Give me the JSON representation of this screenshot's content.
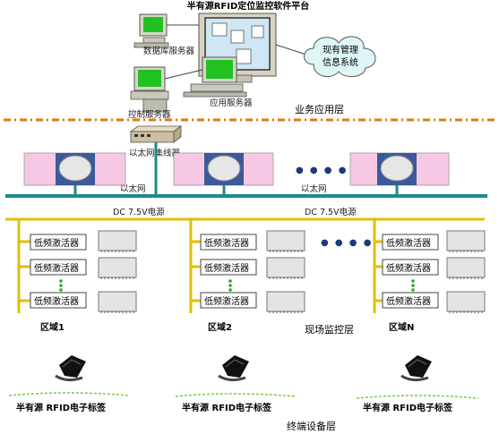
{
  "top": {
    "platform_title": "半有源RFID定位监控软件平台",
    "db_server": "数据库服务器",
    "app_server": "应用服务器",
    "ctrl_server": "控制服务器",
    "existing_system_line1": "现有管理",
    "existing_system_line2": "信息系统",
    "switch": "以太网集线器",
    "layer_business": "业务应用层"
  },
  "network": {
    "ethernet_left": "以太网",
    "ethernet_right": "以太网",
    "dc_left": "DC 7.5V电源",
    "dc_right": "DC 7.5V电源",
    "ellipsis_readers": "● ● ● ●",
    "ellipsis_zones": "● ● ● ●"
  },
  "zones": {
    "activator_label": "低频激活器",
    "zone1": "区域1",
    "zone2": "区域2",
    "zoneN": "区域N",
    "layer_field": "现场监控层"
  },
  "terminal": {
    "tag_label": "半有源  RFID电子标签",
    "layer_terminal": "终端设备层"
  },
  "colors": {
    "ethernet": "#1f8a8a",
    "power": "#e0c000",
    "dash_orange": "#e07a10",
    "reader_pink": "#f7c8e4",
    "reader_blue": "#3c5a9a",
    "screen_green": "#20c020",
    "tag_green": "#7ac943"
  }
}
